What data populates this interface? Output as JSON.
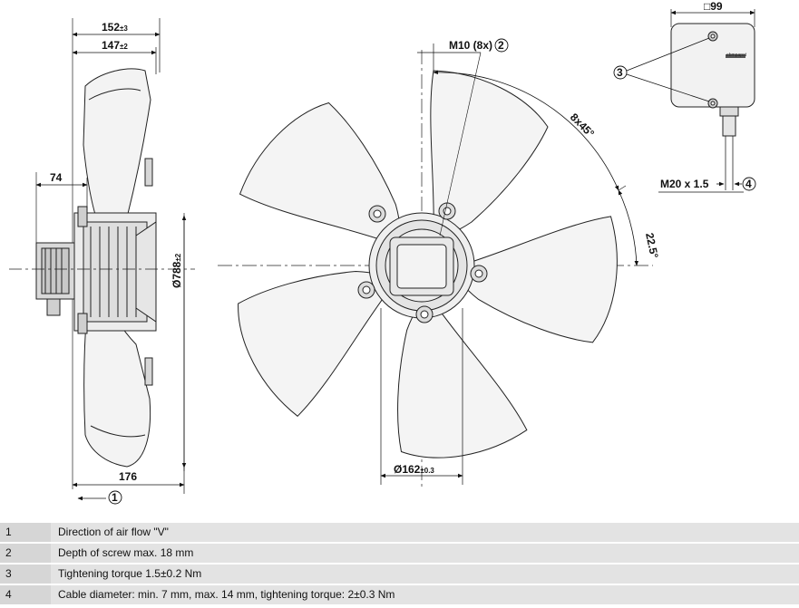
{
  "drawing": {
    "dims": {
      "width_152": "152",
      "width_152_tol": "±3",
      "width_147": "147",
      "width_147_tol": "±2",
      "depth_74": "74",
      "diameter_788": "Ø788",
      "diameter_788_tol": "±2",
      "depth_176": "176",
      "diameter_162": "Ø162",
      "diameter_162_tol": "±0.3",
      "thread_m10": "M10 (8x)",
      "angle_8x45": "8x45°",
      "angle_22_5": "22.5°",
      "box_99": "□99",
      "cable_gland": "M20 x 1.5",
      "brand_mark": "ebmpapst"
    },
    "callouts": {
      "c1": "1",
      "c2": "2",
      "c3": "3",
      "c4": "4"
    }
  },
  "legend": [
    {
      "num": "1",
      "text": "Direction of air flow \"V\""
    },
    {
      "num": "2",
      "text": "Depth of screw max. 18 mm"
    },
    {
      "num": "3",
      "text": "Tightening torque 1.5±0.2 Nm"
    },
    {
      "num": "4",
      "text": "Cable diameter: min. 7 mm, max. 14 mm, tightening torque: 2±0.3 Nm"
    }
  ]
}
